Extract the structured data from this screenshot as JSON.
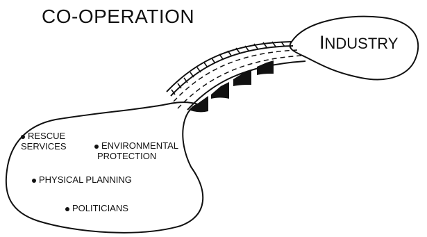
{
  "title": "CO-OPERATION",
  "industry": {
    "first": "I",
    "rest": "NDUSTRY"
  },
  "items": [
    {
      "line1": "RESCUE",
      "line2": "SERVICES"
    },
    {
      "line1": "ENVIRONMENTAL",
      "line2": "PROTECTION"
    },
    {
      "line1": "PHYSICAL PLANNING"
    },
    {
      "line1": "POLITICIANS"
    }
  ]
}
